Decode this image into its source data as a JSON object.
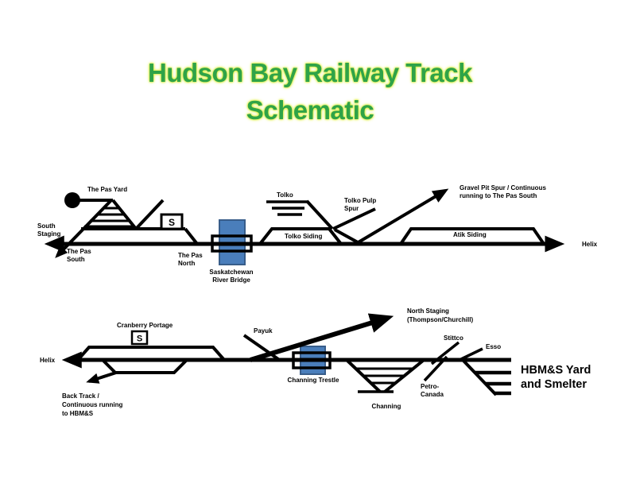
{
  "title": {
    "line1": "Hudson Bay Railway Track",
    "line2": "Schematic"
  },
  "colors": {
    "title_text": "#2FA348",
    "title_glow": "#DBEE3F",
    "bridge_fill": "#4A7EBB",
    "bridge_stroke": "#385D8A",
    "track": "#000000",
    "background": "#FFFFFF"
  },
  "top_line": {
    "south_staging_l1": "South",
    "south_staging_l2": "Staging",
    "pas_south_l1": "The Pas",
    "pas_south_l2": "South",
    "pas_yard": "The Pas Yard",
    "s_marker": "S",
    "pas_north_l1": "The Pas",
    "pas_north_l2": "North",
    "bridge_l1": "Saskatchewan",
    "bridge_l2": "River Bridge",
    "tolko": "Tolko",
    "tolko_siding": "Tolko Siding",
    "tolko_pulp_l1": "Tolko Pulp",
    "tolko_pulp_l2": "Spur",
    "gravel_l1": "Gravel Pit Spur / Continuous",
    "gravel_l2": "running to The Pas South",
    "atik_siding": "Atik Siding",
    "helix": "Helix"
  },
  "bottom_line": {
    "helix": "Helix",
    "cranberry_portage": "Cranberry Portage",
    "s_marker": "S",
    "back_track_l1": "Back Track /",
    "back_track_l2": "Continuous running",
    "back_track_l3": "to HBM&S",
    "payuk": "Payuk",
    "north_staging_l1": "North Staging",
    "north_staging_l2": "(Thompson/Churchill)",
    "channing_trestle": "Channing Trestle",
    "channing": "Channing",
    "petro_l1": "Petro-",
    "petro_l2": "Canada",
    "stittco": "Stittco",
    "esso": "Esso",
    "hbms_l1": "HBM&S Yard",
    "hbms_l2": "and Smelter"
  }
}
